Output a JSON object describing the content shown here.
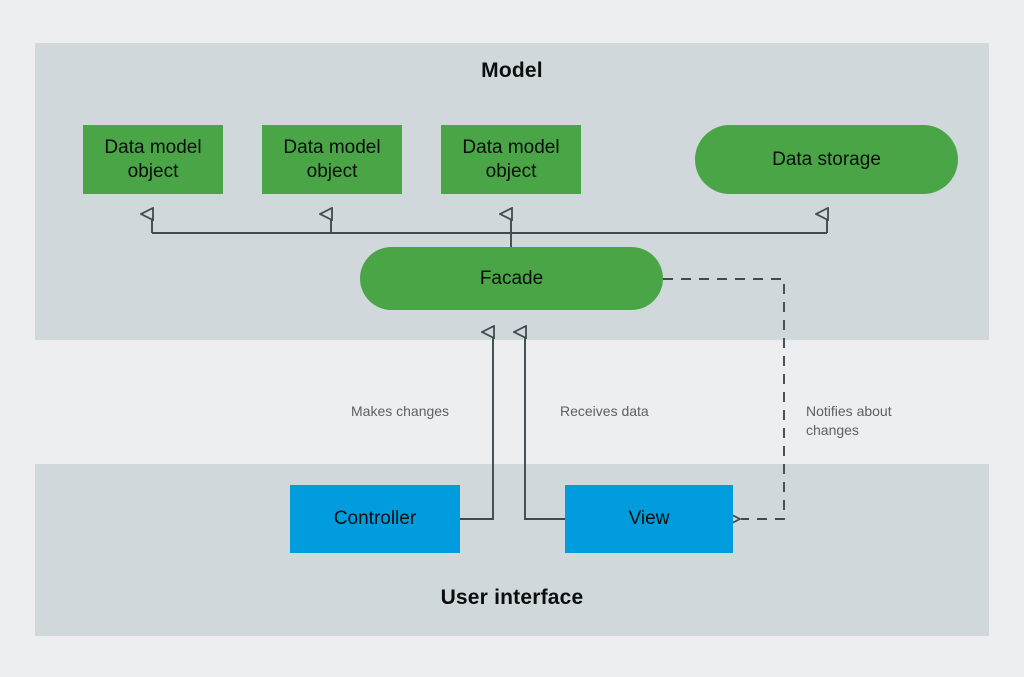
{
  "diagram": {
    "title_model": "Model",
    "title_ui": "User interface",
    "colors": {
      "page_background": "#edeef0",
      "panel_background": "#d1d8db",
      "model_node": "#4aa546",
      "ui_node": "#009cde",
      "stroke": "#3f4a4f",
      "label_text": "#5a6066",
      "title_text": "#0c0d0e"
    },
    "nodes": {
      "data_model_1": "Data model object",
      "data_model_2": "Data model object",
      "data_model_3": "Data model object",
      "data_storage": "Data storage",
      "facade": "Facade",
      "controller": "Controller",
      "view": "View"
    },
    "edge_labels": {
      "makes_changes": "Makes changes",
      "receives_data": "Receives data",
      "notifies_about_changes": "Notifies about\nchanges"
    }
  }
}
